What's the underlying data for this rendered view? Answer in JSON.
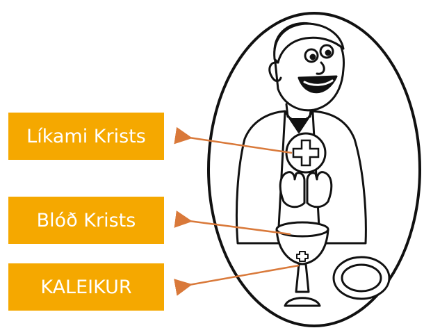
{
  "labels": {
    "body_of_christ": "Líkami Krists",
    "blood_of_christ": "Blóð Krists",
    "chalice": "KALEIKUR"
  },
  "colors": {
    "label_fill": "#f5a800",
    "arrow": "#d9793a",
    "ink": "#111111"
  },
  "illustration": "priest-holding-host-and-chalice"
}
